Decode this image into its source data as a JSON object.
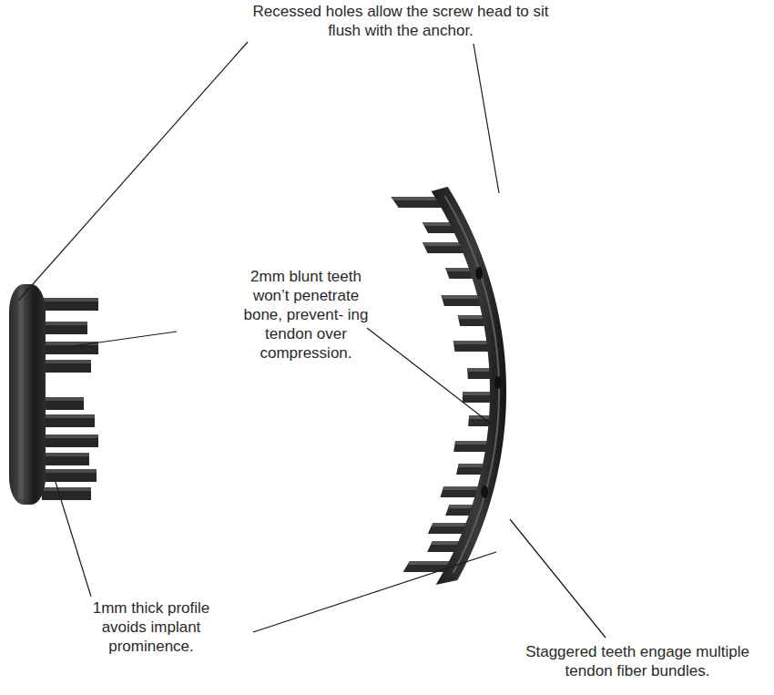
{
  "diagram": {
    "labels": [
      "Recessed holes allow the screw head to sit flush with the anchor.",
      "2mm blunt teeth won’t penetrate bone, prevent- ing tendon over compression.",
      "1mm thick profile avoids implant prominence.",
      "Staggered teeth engage multiple tendon fiber bundles."
    ]
  }
}
